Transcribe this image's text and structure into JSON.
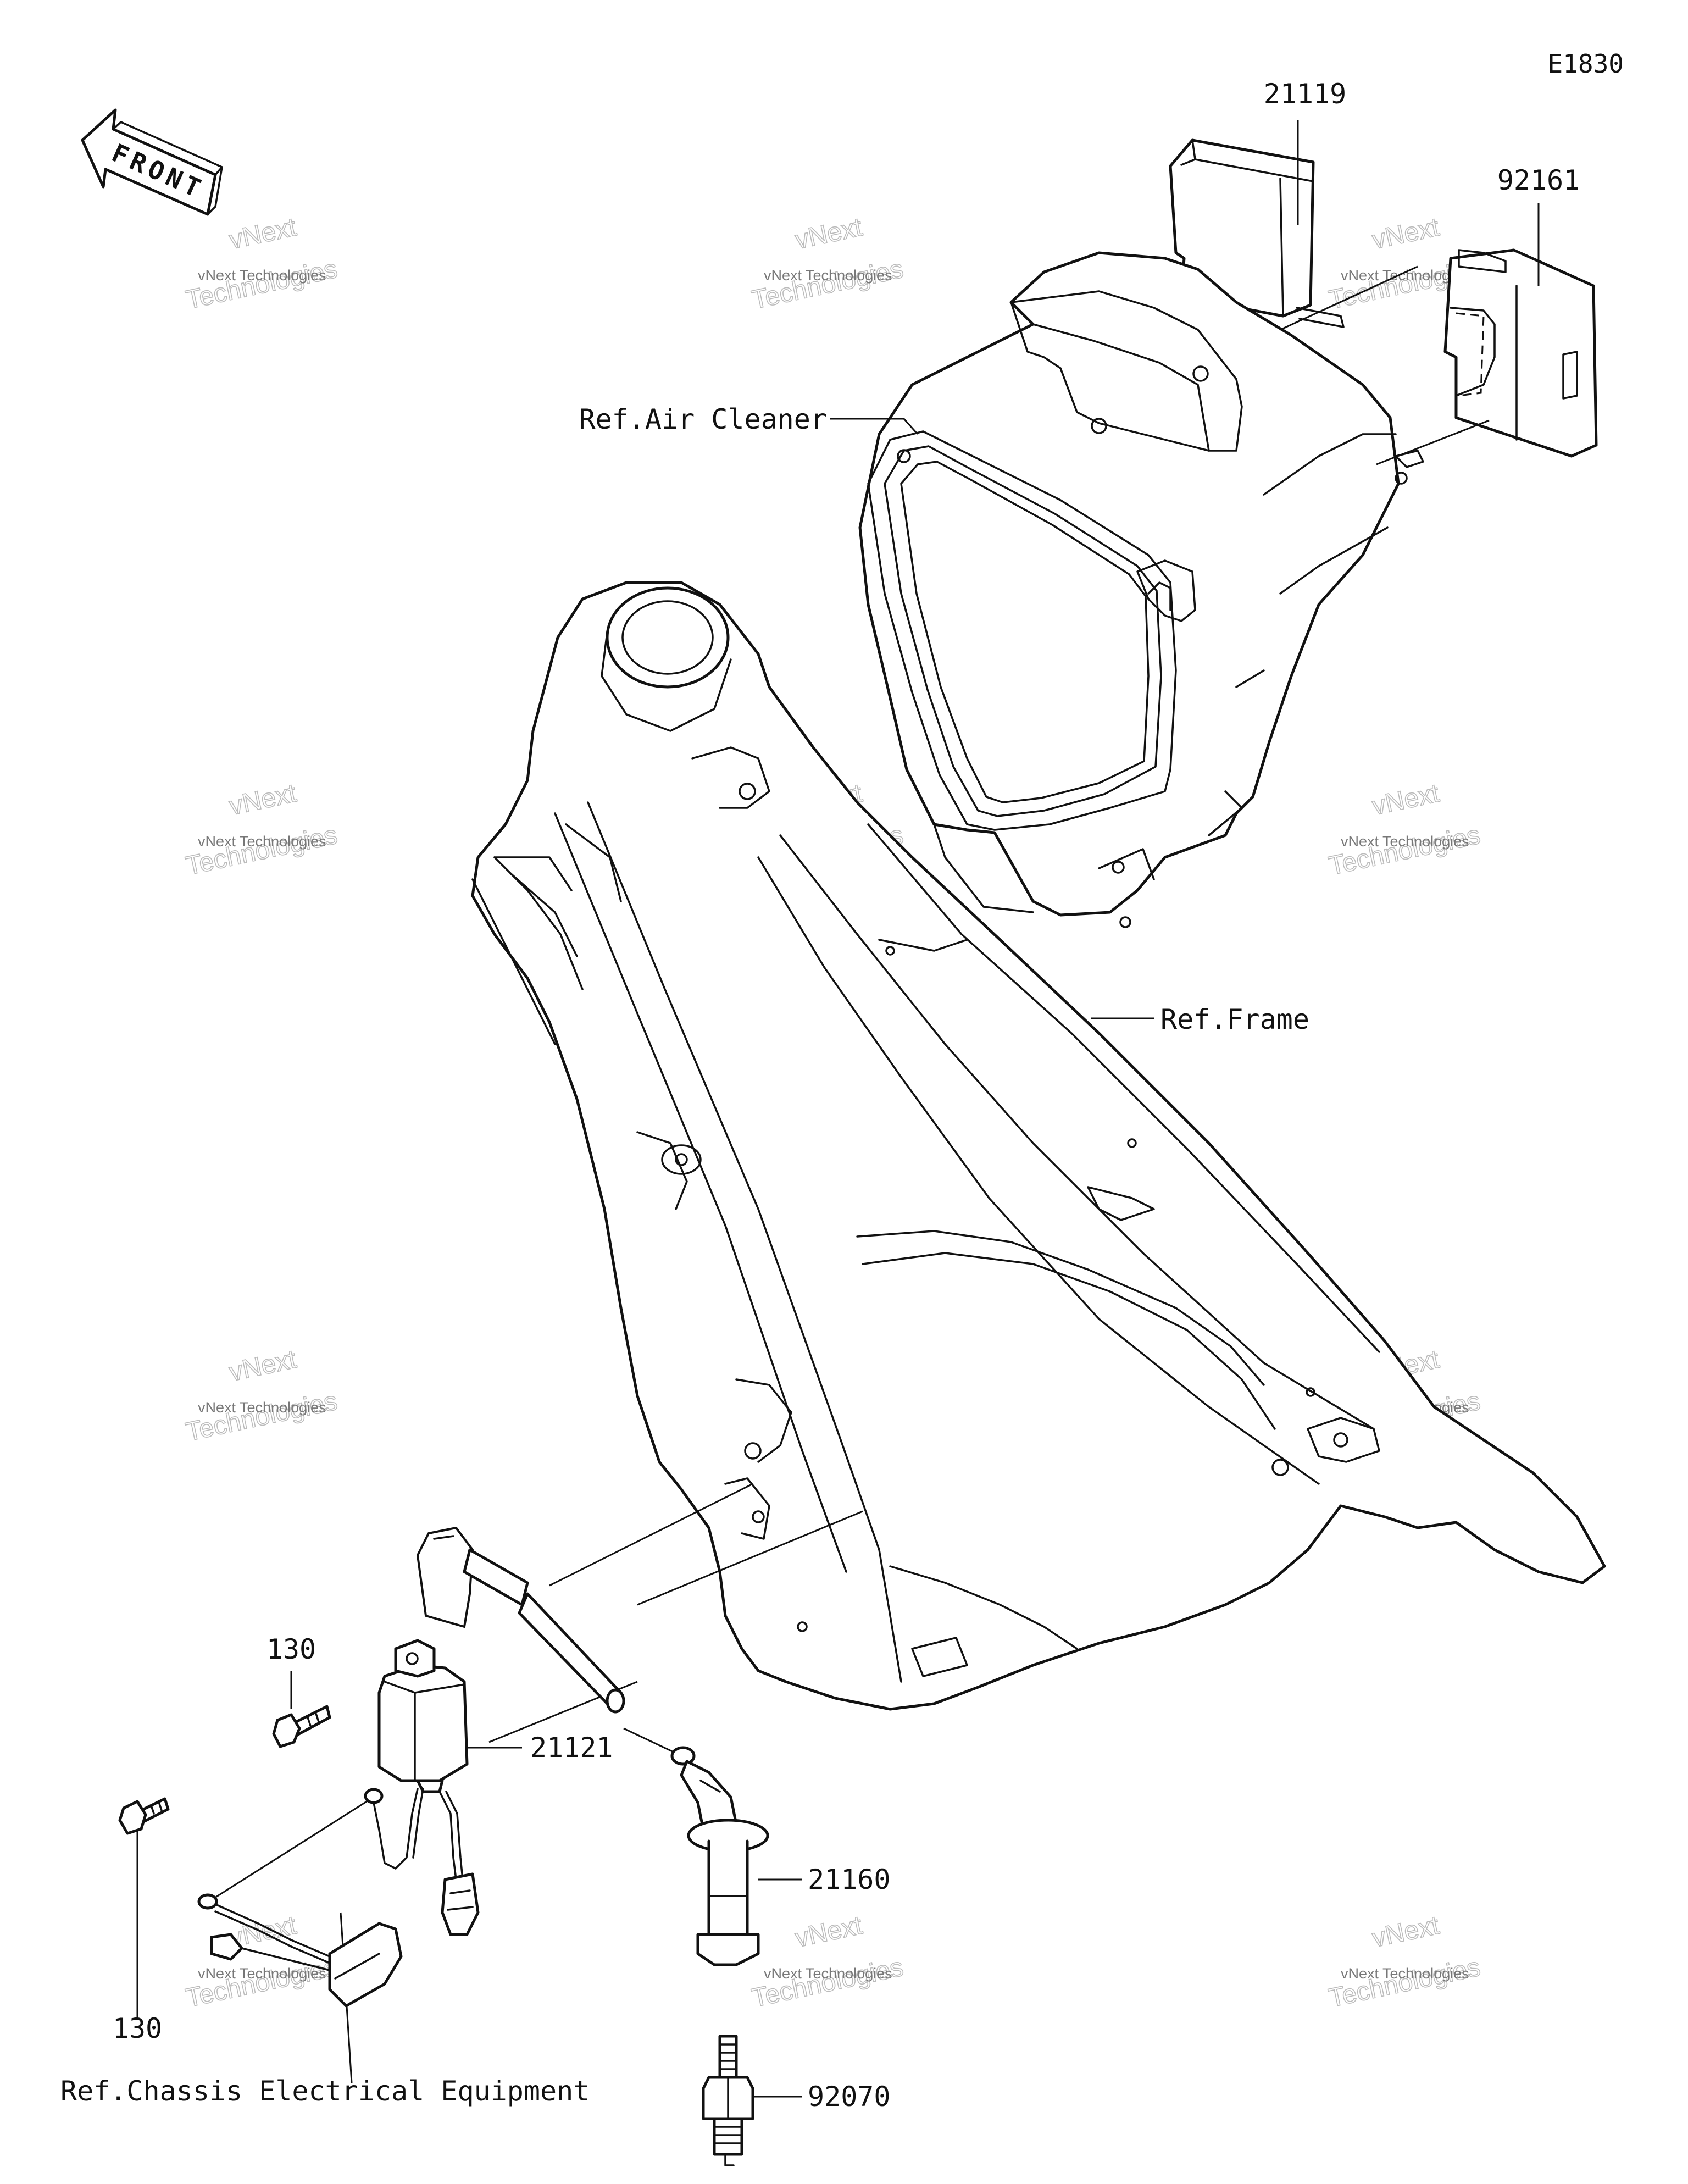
{
  "diagram_code": "E1830",
  "front_arrow_text": "FRONT",
  "parts": [
    {
      "id": "p21119",
      "number": "21119"
    },
    {
      "id": "p92161",
      "number": "92161"
    },
    {
      "id": "p21121",
      "number": "21121"
    },
    {
      "id": "p21160",
      "number": "21160"
    },
    {
      "id": "p92070",
      "number": "92070"
    },
    {
      "id": "p130a",
      "number": "130"
    },
    {
      "id": "p130b",
      "number": "130"
    }
  ],
  "references": {
    "air_cleaner": "Ref.Air Cleaner",
    "frame": "Ref.Frame",
    "chassis_electrical": "Ref.Chassis Electrical Equipment"
  },
  "watermark": {
    "line1": "vNext Technologies",
    "line2": "vNext",
    "line3": "Technologies"
  }
}
